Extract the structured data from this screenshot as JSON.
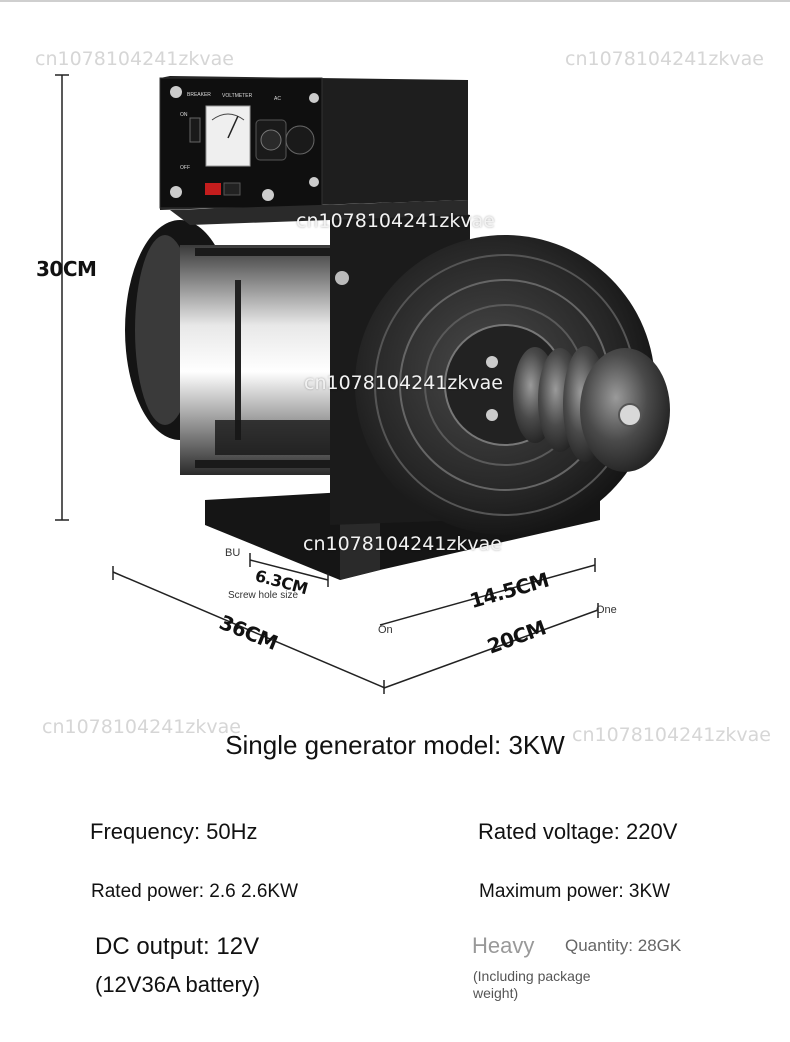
{
  "watermark": "cn1078104241zkvae",
  "panel_labels": {
    "breaker": "BREAKER",
    "voltmeter": "VOLTMETER",
    "ac": "AC",
    "on": "ON",
    "off": "OFF"
  },
  "dimensions": {
    "height": "30CM",
    "screw_hole": "6.3CM",
    "screw_hole_caption": "Screw hole size",
    "bu": "BU",
    "length": "36CM",
    "inner_width": "14.5CM",
    "width": "20CM",
    "on_label": "On",
    "one_label": "One"
  },
  "caption": "Single generator model: 3KW",
  "specs": {
    "frequency": "Frequency: 50Hz",
    "rated_voltage": "Rated voltage: 220V",
    "rated_power": "Rated power: 2.6 2.6KW",
    "max_power": "Maximum power: 3KW",
    "dc_output": "DC output: 12V",
    "battery": "(12V36A battery)",
    "heavy": "Heavy",
    "quantity": "Quantity: 28GK",
    "package_note": "(Including package weight)"
  },
  "colors": {
    "body": "#1c1c1c",
    "panel": "#0f0f0f",
    "chrome": "#c8c8c8",
    "dimension_line": "#222222"
  }
}
